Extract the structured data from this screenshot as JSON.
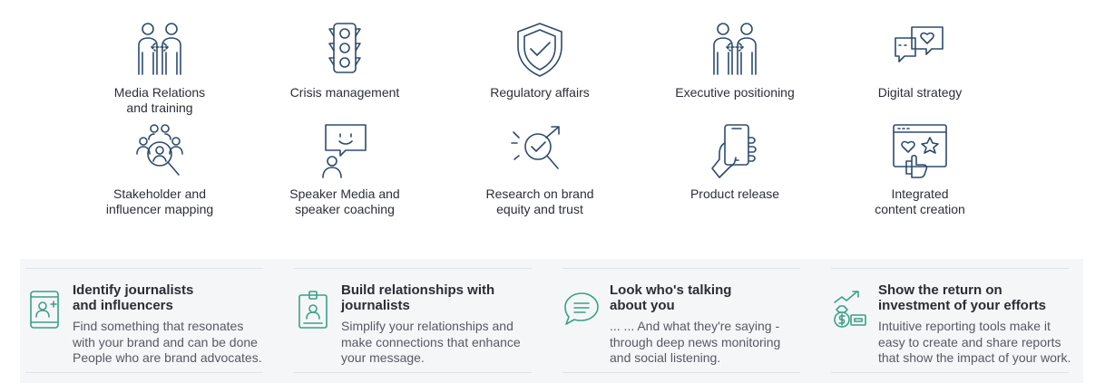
{
  "services": [
    {
      "icon": "people-exchange-icon",
      "label": "Media Relations\nand training"
    },
    {
      "icon": "traffic-light-icon",
      "label": "Crisis management"
    },
    {
      "icon": "shield-check-icon",
      "label": "Regulatory affairs"
    },
    {
      "icon": "people-exchange-icon",
      "label": "Executive positioning"
    },
    {
      "icon": "chat-heart-icon",
      "label": "Digital strategy"
    },
    {
      "icon": "stakeholder-search-icon",
      "label": "Stakeholder and\ninfluencer mapping"
    },
    {
      "icon": "speaker-bubble-icon",
      "label": "Speaker Media and\nspeaker coaching"
    },
    {
      "icon": "research-target-icon",
      "label": "Research on brand\nequity and trust"
    },
    {
      "icon": "phone-hand-icon",
      "label": "Product release"
    },
    {
      "icon": "content-window-icon",
      "label": "Integrated\ncontent creation"
    }
  ],
  "features": [
    {
      "icon": "mobile-add-user-icon",
      "title": "Identify journalists\nand influencers",
      "desc": "Find something that resonates\nwith your brand and can be done\nPeople who are brand advocates."
    },
    {
      "icon": "id-badge-icon",
      "title": "Build relationships with\njournalists",
      "desc": "Simplify your relationships and\nmake connections that enhance\nyour message."
    },
    {
      "icon": "speech-bubble-icon",
      "title": "Look who's talking\nabout you",
      "desc": "... ... And what they're saying -\nthrough deep news monitoring\nand social listening."
    },
    {
      "icon": "money-growth-icon",
      "title": "Show the return on\ninvestment of your efforts",
      "desc": "Intuitive reporting tools make it\neasy to create and share reports\nthat show the impact of your work."
    }
  ],
  "colors": {
    "icon_dark": "#2d4b6e",
    "icon_accent": "#3aa088",
    "panel_bg": "#f5f6f8"
  }
}
